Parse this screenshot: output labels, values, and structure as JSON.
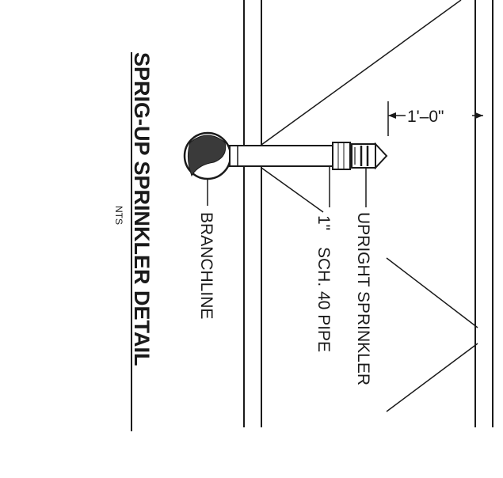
{
  "diagram": {
    "title": "SPRIG-UP SPRINKLER DETAIL",
    "scale_note": "NTS",
    "labels": {
      "branchline": "BRANCHLINE",
      "pipe_size": "1\"",
      "pipe_spec": "SCH. 40 PIPE",
      "sprinkler": "UPRIGHT SPRINKLER",
      "dimension": "1'–0\""
    }
  }
}
